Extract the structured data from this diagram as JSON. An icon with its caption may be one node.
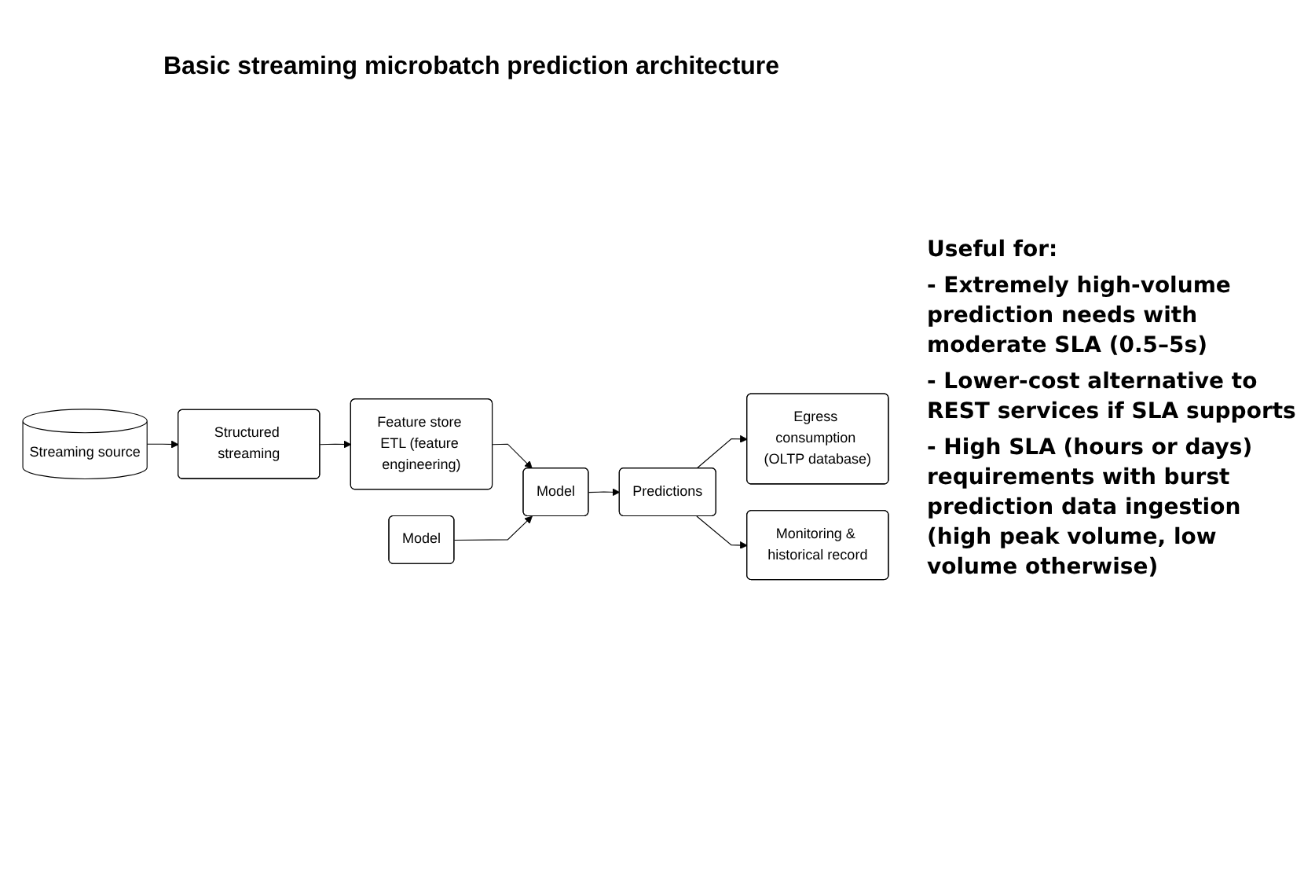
{
  "diagram": {
    "title": "Basic streaming microbatch prediction architecture",
    "nodes": [
      {
        "text": [
          "Streaming source"
        ]
      },
      {
        "text": [
          "Structured streaming"
        ]
      },
      {
        "text": [
          "Feature store ETL (feature engineering)"
        ]
      },
      {
        "text": [
          "Model"
        ]
      },
      {
        "text": [
          "Model"
        ]
      },
      {
        "text": [
          "Predictions"
        ]
      },
      {
        "text": [
          "Egress consumption (OLTP database)"
        ]
      },
      {
        "text": [
          "Monitoring & historical record"
        ]
      }
    ],
    "edges": [
      {
        "from": 0,
        "to": 1,
        "arrow": "to"
      },
      {
        "from": 1,
        "to": 2,
        "arrow": "to"
      },
      {
        "from": 2,
        "to": 4,
        "arrow": "to"
      },
      {
        "from": 3,
        "to": 4,
        "arrow": "to"
      },
      {
        "from": 4,
        "to": 5,
        "arrow": "to"
      },
      {
        "from": 5,
        "to": 6,
        "arrow": "to"
      },
      {
        "from": 5,
        "to": 7,
        "arrow": "to"
      }
    ],
    "labels": [
      "Useful for:",
      "- Extremely high-volume prediction needs with moderate SLA (0.5–5s)",
      "- Lower-cost alternative to REST services if SLA supports",
      "- High SLA (hours or days) requirements with burst prediction data ingestion (high peak volume, low volume otherwise)"
    ]
  }
}
